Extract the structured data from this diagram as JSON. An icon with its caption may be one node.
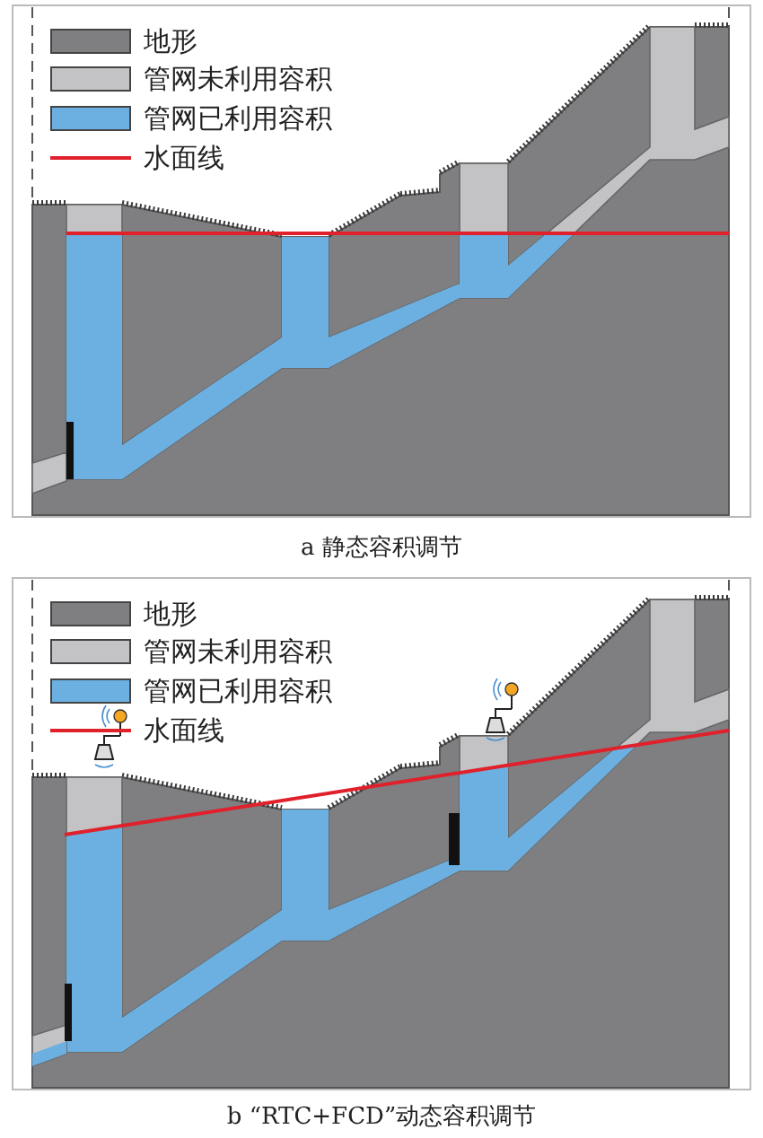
{
  "diagram": {
    "labels": [
      "a 静态容积调节",
      "b “RTC+FCD”动态容积调节"
    ],
    "legend": [
      {
        "text": "地形",
        "color": "#7f7f82"
      },
      {
        "text": "管网未利用容积",
        "color": "#c3c3c5"
      },
      {
        "text": "管网已利用容积",
        "color": "#6cb0e2"
      },
      {
        "text": "水面线"
      },
      {
        "text": "地形",
        "color": "#7f7f82"
      },
      {
        "text": "管网未利用容积",
        "color": "#c3c3c5"
      },
      {
        "text": "管网已利用容积",
        "color": "#6cb0e2"
      },
      {
        "text": "水面线"
      }
    ]
  }
}
